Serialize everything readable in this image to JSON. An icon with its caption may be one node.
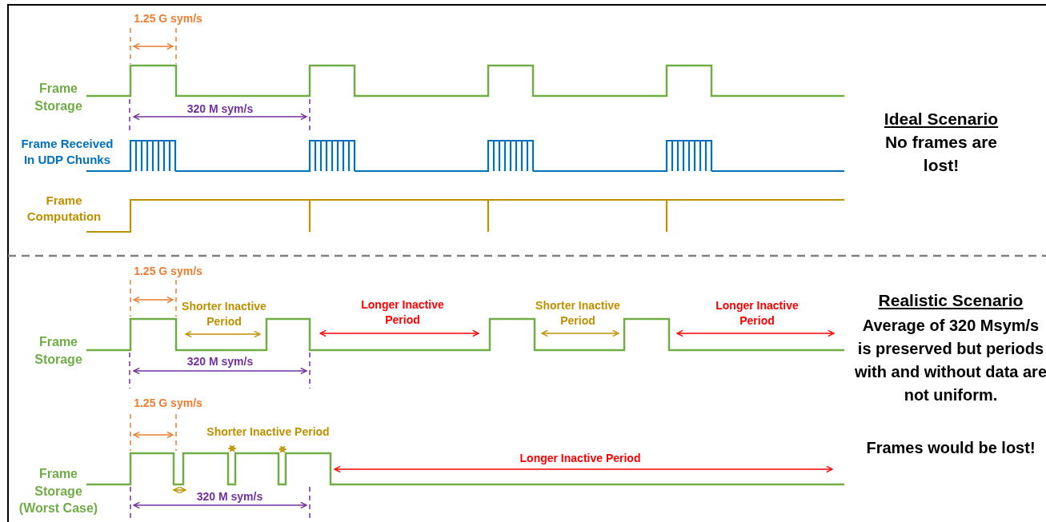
{
  "diagram": {
    "labels": [
      "1.25 G sym/s",
      "Frame Storage",
      "320 M sym/s",
      "Ideal Scenario",
      "No frames are lost!",
      "Frame Received In UDP Chunks",
      "Frame Computation",
      "1.25 G sym/s",
      "Realistic Scenario",
      "Longer Inactive Period",
      "Shorter Inactive Period",
      "Shorter Inactive Period",
      "Longer Inactive Period",
      "Average of 320 Msym/s is preserved but periods with and without data are not uniform.",
      "Frame Storage",
      "320 M sym/s",
      "1.25 G sym/s",
      "Shorter Inactive Period",
      "Frames would be lost!",
      "Longer Inactive Period",
      "Frame Storage (Worst Case)",
      "320 M sym/s"
    ]
  }
}
